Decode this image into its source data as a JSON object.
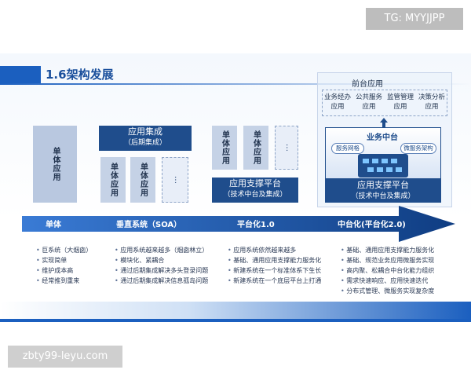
{
  "watermarks": {
    "top": "TG: MYYJJPP",
    "bottom": "zbty99-leyu.com"
  },
  "title": "1.6架构发展",
  "stage1": {
    "block": "单体应用"
  },
  "stage2": {
    "header": "应用集成",
    "header_sub": "（后期集成）",
    "blocks": [
      "单体应用",
      "单体应用"
    ],
    "more": "⋯"
  },
  "stage3": {
    "blocks": [
      "单体应用",
      "单体应用"
    ],
    "more": "⋯",
    "platform": "应用支撑平台",
    "platform_sub": "（技术中台及集成）"
  },
  "stage4": {
    "front_title": "前台应用",
    "front_items": [
      "业务经办应用",
      "公共服务应用",
      "监管管理应用",
      "决策分析应用"
    ],
    "middle_title": "业务中台",
    "oval_left": "服务网格",
    "oval_right": "微服务架构",
    "platform": "应用支撑平台",
    "platform_sub": "（技术中台及集成）"
  },
  "timeline": {
    "stages": [
      "单体",
      "垂直系统（SOA）",
      "平台化1.0",
      "中台化(平台化2.0)"
    ]
  },
  "bullets": {
    "col1": [
      "巨系统（大烟囱）",
      "实现简单",
      "维护成本高",
      "经常推到重来"
    ],
    "col2": [
      "应用系统越来越多（烟囱林立）",
      "模块化、紧耦合",
      "通过后期集成解决多头登录问题",
      "通过后期集成解决信息孤岛问题"
    ],
    "col3": [
      "应用系统依然越来越多",
      "基础、通用应用支撑能力服务化",
      "新建系统在一个标准体系下生长",
      "新建系统在一个底层平台上打通"
    ],
    "col4": [
      "基础、通用应用支撑能力服务化",
      "基础、规范业务应用微服务实现",
      "高内聚、松耦合中台化能力组织",
      "需求快速响应、应用快速迭代",
      "分布式管理、微服务实现复杂度"
    ]
  },
  "colors": {
    "accent": "#1b5fbf",
    "dark": "#1f4d8c",
    "light_block": "#b9c8e0"
  }
}
